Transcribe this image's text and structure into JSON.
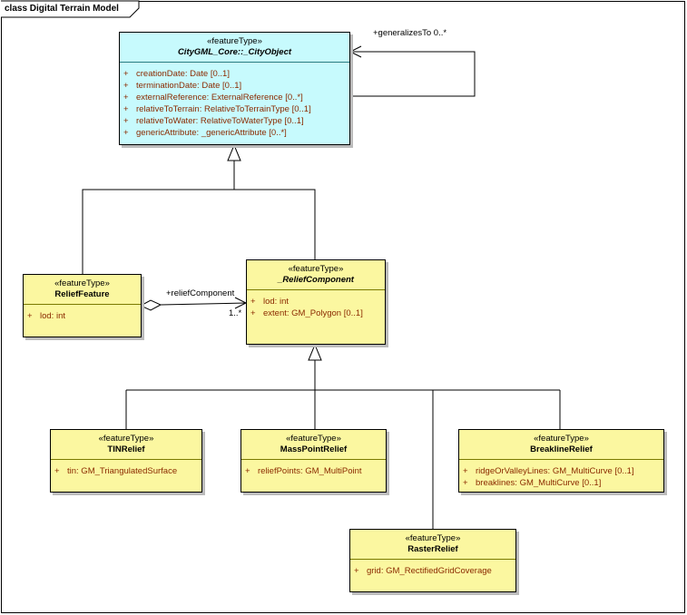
{
  "diagram": {
    "title": "class Digital Terrain Model"
  },
  "classes": {
    "city_object": {
      "stereotype": "«featureType»",
      "name": "CityGML_Core::_CityObject",
      "attributes": [
        {
          "vis": "+",
          "text": "creationDate:  Date [0..1]"
        },
        {
          "vis": "+",
          "text": "terminationDate:  Date [0..1]"
        },
        {
          "vis": "+",
          "text": "externalReference:  ExternalReference [0..*]"
        },
        {
          "vis": "+",
          "text": "relativeToTerrain:  RelativeToTerrainType [0..1]"
        },
        {
          "vis": "+",
          "text": "relativeToWater:  RelativeToWaterType [0..1]"
        },
        {
          "vis": "+",
          "text": "genericAttribute:  _genericAttribute [0..*]"
        }
      ]
    },
    "relief_feature": {
      "stereotype": "«featureType»",
      "name": "ReliefFeature",
      "attributes": [
        {
          "vis": "+",
          "text": "lod:  int"
        }
      ]
    },
    "relief_component": {
      "stereotype": "«featureType»",
      "name": "_ReliefComponent",
      "attributes": [
        {
          "vis": "+",
          "text": "lod:  int"
        },
        {
          "vis": "+",
          "text": "extent:  GM_Polygon [0..1]"
        }
      ]
    },
    "tin_relief": {
      "stereotype": "«featureType»",
      "name": "TINRelief",
      "attributes": [
        {
          "vis": "+",
          "text": "tin:  GM_TriangulatedSurface"
        }
      ]
    },
    "mass_point_relief": {
      "stereotype": "«featureType»",
      "name": "MassPointRelief",
      "attributes": [
        {
          "vis": "+",
          "text": "reliefPoints:  GM_MultiPoint"
        }
      ]
    },
    "breakline_relief": {
      "stereotype": "«featureType»",
      "name": "BreaklineRelief",
      "attributes": [
        {
          "vis": "+",
          "text": "ridgeOrValleyLines:  GM_MultiCurve [0..1]"
        },
        {
          "vis": "+",
          "text": "breaklines:  GM_MultiCurve [0..1]"
        }
      ]
    },
    "raster_relief": {
      "stereotype": "«featureType»",
      "name": "RasterRelief",
      "attributes": [
        {
          "vis": "+",
          "text": "grid:  GM_RectifiedGridCoverage"
        }
      ]
    }
  },
  "associations": {
    "generalizes_label": "+generalizesTo 0..*",
    "relief_component_role": "+reliefComponent",
    "relief_component_mult": "1..*"
  }
}
